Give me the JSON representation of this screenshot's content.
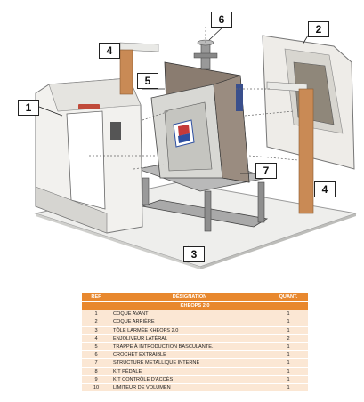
{
  "callouts": [
    "1",
    "2",
    "3",
    "4",
    "4",
    "5",
    "6",
    "7"
  ],
  "plate_labels": {
    "short": "DESIGNATION",
    "long": "DESIGNATION"
  },
  "table": {
    "headers": {
      "ref": "REF",
      "designation": "DÉSIGNATION",
      "qty": "QUANT."
    },
    "group": "KHEOPS 2.0",
    "rows": [
      {
        "ref": "1",
        "designation": "COQUE AVANT",
        "qty": "1"
      },
      {
        "ref": "2",
        "designation": "COQUE ARRIÈRE",
        "qty": "1"
      },
      {
        "ref": "3",
        "designation": "TÔLE LARMÉE KHEOPS 2.0",
        "qty": "1"
      },
      {
        "ref": "4",
        "designation": "ENJOLIVEUR LATÉRAL",
        "qty": "2"
      },
      {
        "ref": "5",
        "designation": "TRAPPE À INTRODUCTION BASCULANTE.",
        "qty": "1"
      },
      {
        "ref": "6",
        "designation": "CROCHET EXTRAIBLE",
        "qty": "1"
      },
      {
        "ref": "7",
        "designation": "STRUCTURE METALLIQUE  INTERNE",
        "qty": "1"
      },
      {
        "ref": "8",
        "designation": "KIT PÉDALE",
        "qty": "1"
      },
      {
        "ref": "9",
        "designation": "KIT CONTRÔLE D'ACCÈS",
        "qty": "1"
      },
      {
        "ref": "10",
        "designation": "LIMITEUR DE VOLUMEN",
        "qty": "1"
      }
    ]
  }
}
